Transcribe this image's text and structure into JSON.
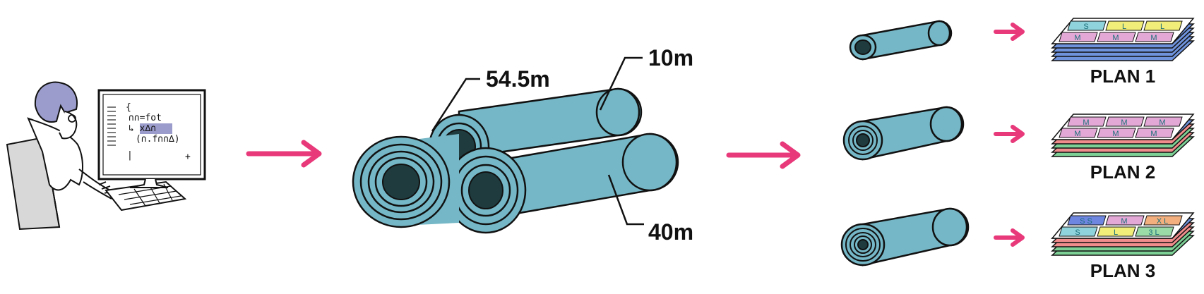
{
  "colors": {
    "accent_arrow": "#e8397a",
    "roll_fill": "#75b7c6",
    "roll_core": "#1f3b3e",
    "outline": "#111111",
    "hair": "#9b9ccc",
    "piece_pink": "#e4a8d6",
    "piece_yellow": "#f2ee7a",
    "piece_cyan": "#8fd3dc",
    "piece_orange": "#f3b07e",
    "piece_green": "#9bdba8",
    "piece_blue": "#6e86e0",
    "layer_blue": "#6f93dc",
    "layer_red": "#f08c8c",
    "layer_green": "#7ccf95"
  },
  "designer": {
    "code_lines": [
      "{",
      "∩∩=fot",
      "↳ x∆∩",
      "(∩.f∩∩∆)",
      "|",
      "+"
    ]
  },
  "rolls": {
    "top_length": "10m",
    "total_length": "54.5m",
    "bottom_length": "40m"
  },
  "plans": [
    {
      "label": "PLAN 1",
      "layer_colors": [
        "#6f93dc",
        "#6f93dc",
        "#6f93dc",
        "#6f93dc",
        "#6f93dc"
      ],
      "rows": [
        [
          {
            "size": "S",
            "color": "#8fd3dc"
          },
          {
            "size": "L",
            "color": "#f2ee7a"
          },
          {
            "size": "L",
            "color": "#f2ee7a"
          }
        ],
        [
          {
            "size": "M",
            "color": "#e4a8d6"
          },
          {
            "size": "M",
            "color": "#e4a8d6"
          },
          {
            "size": "M",
            "color": "#e4a8d6"
          }
        ]
      ]
    },
    {
      "label": "PLAN 2",
      "layer_colors": [
        "#6f93dc",
        "#f08c8c",
        "#7ccf95",
        "#f08c8c",
        "#7ccf95"
      ],
      "rows": [
        [
          {
            "size": "M",
            "color": "#e4a8d6"
          },
          {
            "size": "M",
            "color": "#e4a8d6"
          },
          {
            "size": "M",
            "color": "#e4a8d6"
          }
        ],
        [
          {
            "size": "M",
            "color": "#e4a8d6"
          },
          {
            "size": "M",
            "color": "#e4a8d6"
          },
          {
            "size": "M",
            "color": "#e4a8d6"
          }
        ]
      ]
    },
    {
      "label": "PLAN 3",
      "layer_colors": [
        "#6f93dc",
        "#f08c8c",
        "#f08c8c",
        "#7ccf95",
        "#7ccf95"
      ],
      "rows": [
        [
          {
            "size": "S S",
            "color": "#6e86e0"
          },
          {
            "size": "M",
            "color": "#e4a8d6"
          },
          {
            "size": "X L",
            "color": "#f3b07e"
          }
        ],
        [
          {
            "size": "S",
            "color": "#8fd3dc"
          },
          {
            "size": "L",
            "color": "#f2ee7a"
          },
          {
            "size": "3 L",
            "color": "#9bdba8"
          }
        ]
      ]
    }
  ]
}
